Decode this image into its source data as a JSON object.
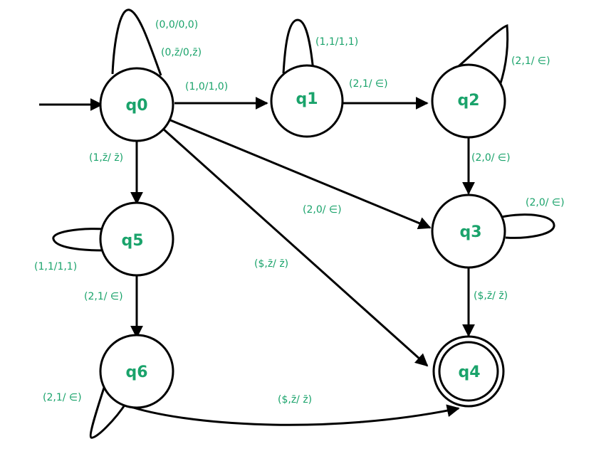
{
  "colors": {
    "label_green": "#1aa36b",
    "stroke": "#000000",
    "background": "#ffffff"
  },
  "states": {
    "q0": "q0",
    "q1": "q1",
    "q2": "q2",
    "q3": "q3",
    "q4": "q4",
    "q5": "q5",
    "q6": "q6"
  },
  "start_state": "q0",
  "accept_states": [
    "q4"
  ],
  "transitions": [
    {
      "from": "q0",
      "to": "q0",
      "label": "(0,0/0,0)"
    },
    {
      "from": "q0",
      "to": "q0",
      "label": "(0,z̄/0,z̄)"
    },
    {
      "from": "q0",
      "to": "q1",
      "label": "(1,0/1,0)"
    },
    {
      "from": "q1",
      "to": "q1",
      "label": "(1,1/1,1)"
    },
    {
      "from": "q1",
      "to": "q2",
      "label": "(2,1/ ∈)"
    },
    {
      "from": "q2",
      "to": "q2",
      "label": "(2,1/ ∈)"
    },
    {
      "from": "q2",
      "to": "q3",
      "label": "(2,0/ ∈)"
    },
    {
      "from": "q0",
      "to": "q3",
      "label": "(2,0/ ∈)"
    },
    {
      "from": "q3",
      "to": "q3",
      "label": "(2,0/ ∈)"
    },
    {
      "from": "q3",
      "to": "q4",
      "label": "($,z̄/ z̄)"
    },
    {
      "from": "q0",
      "to": "q4",
      "label": "($,z̄/ z̄)"
    },
    {
      "from": "q0",
      "to": "q5",
      "label": "(1,z̄/ z̄)"
    },
    {
      "from": "q5",
      "to": "q5",
      "label": "(1,1/1,1)"
    },
    {
      "from": "q5",
      "to": "q6",
      "label": "(2,1/ ∈)"
    },
    {
      "from": "q6",
      "to": "q6",
      "label": "(2,1/ ∈)"
    },
    {
      "from": "q6",
      "to": "q4",
      "label": "($,z̄/ z̄)"
    }
  ]
}
